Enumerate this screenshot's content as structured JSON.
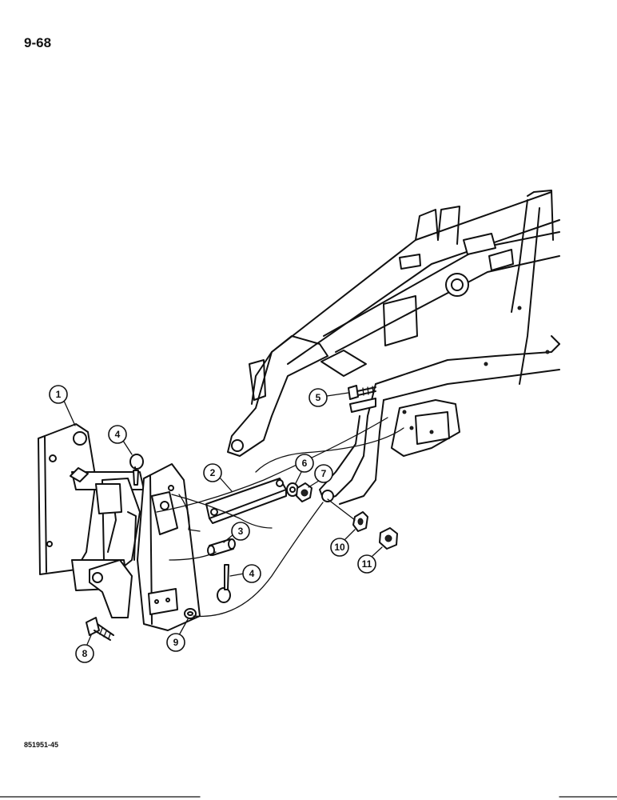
{
  "page_number": "9-68",
  "document_code": "851951-45",
  "callouts": [
    {
      "id": "1",
      "part": "coupler-frame"
    },
    {
      "id": "2",
      "part": "link-bar"
    },
    {
      "id": "3",
      "part": "pin"
    },
    {
      "id": "4",
      "part": "lynch-pin"
    },
    {
      "id": "4",
      "part": "lynch-pin"
    },
    {
      "id": "5",
      "part": "bolt"
    },
    {
      "id": "6",
      "part": "washer"
    },
    {
      "id": "7",
      "part": "nut"
    },
    {
      "id": "8",
      "part": "bolt"
    },
    {
      "id": "9",
      "part": "washer"
    },
    {
      "id": "10",
      "part": "washer"
    },
    {
      "id": "11",
      "part": "nut"
    }
  ]
}
